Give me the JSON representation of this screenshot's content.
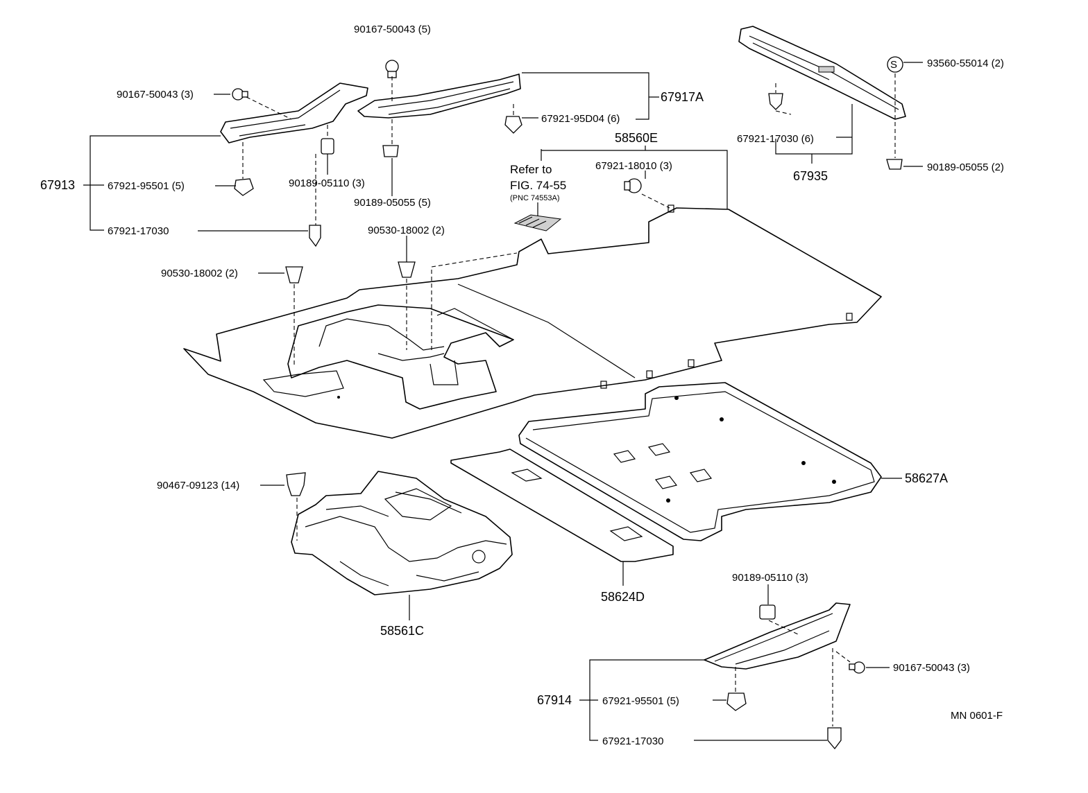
{
  "diagram": {
    "callouts": {
      "c_90167_50043_top": "90167-50043 (5)",
      "c_90167_50043_left": "90167-50043 (3)",
      "c_67917A": "67917A",
      "c_67921_95D04": "67921-95D04 (6)",
      "c_58560E": "58560E",
      "c_refer_to": "Refer to",
      "c_fig": "FIG. 74-55",
      "c_pnc": "(PNC  74553A)",
      "c_67921_18010": "67921-18010 (3)",
      "c_90189_05110_top": "90189-05110 (3)",
      "c_90189_05055_mid": "90189-05055 (5)",
      "c_67913": "67913",
      "c_67921_95501_left": "67921-95501 (5)",
      "c_67921_17030_left": "67921-17030",
      "c_90530_18002_mid": "90530-18002 (2)",
      "c_90530_18002_left": "90530-18002 (2)",
      "c_93560_55014": "93560-55014 (2)",
      "c_67921_17030_right": "67921-17030 (6)",
      "c_67935": "67935",
      "c_90189_05055_right": "90189-05055 (2)",
      "c_90467_09123": "90467-09123 (14)",
      "c_58627A": "58627A",
      "c_58624D": "58624D",
      "c_58561C": "58561C",
      "c_90189_05110_bottom": "90189-05110 (3)",
      "c_90167_50043_bottom": "90167-50043 (3)",
      "c_67914": "67914",
      "c_67921_95501_bottom": "67921-95501 (5)",
      "c_67921_17030_bottom": "67921-17030",
      "c_mn": "MN 0601-F",
      "c_s_symbol": "S"
    }
  }
}
